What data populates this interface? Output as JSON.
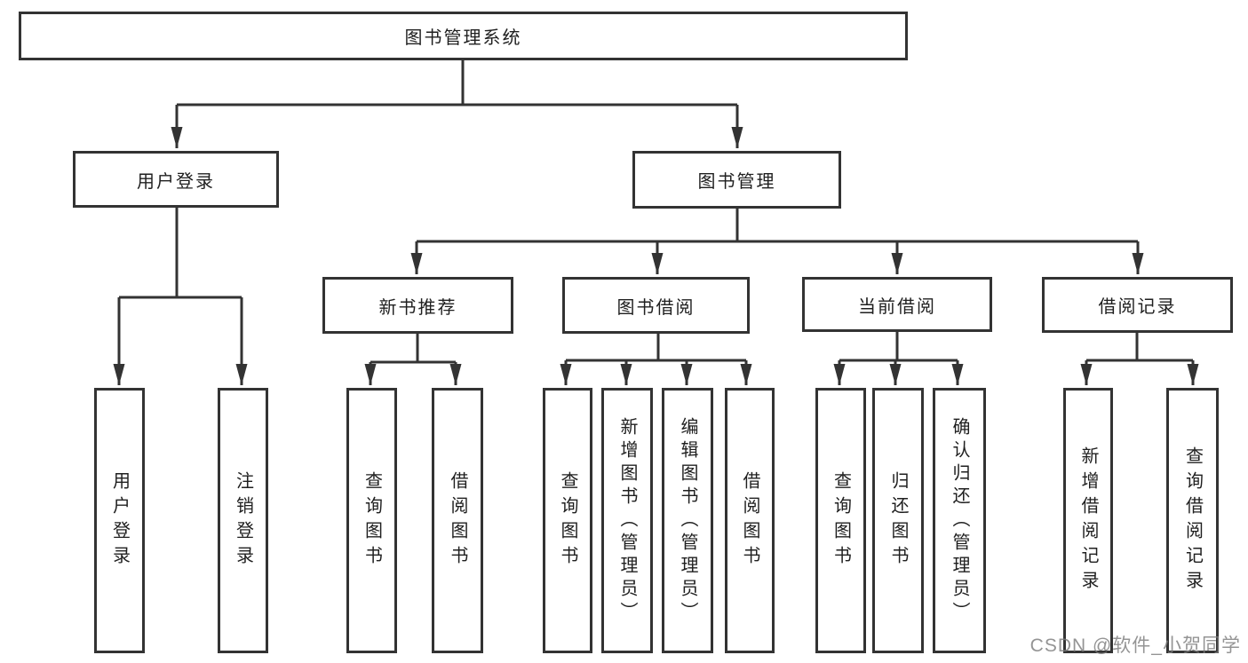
{
  "title": "图书管理系统",
  "watermark": "CSDN @软件_小贺同学",
  "colors": {
    "background": "#ffffff",
    "border": "#333333",
    "line": "#333333",
    "text": "#1f1f1f",
    "watermark": "#7d7d7d"
  },
  "tree": {
    "root": {
      "label": "图书管理系统"
    },
    "branches": {
      "userLogin": {
        "label": "用户登录"
      },
      "bookManagement": {
        "label": "图书管理"
      }
    },
    "modules": {
      "newBookRec": {
        "label": "新书推荐"
      },
      "bookBorrow": {
        "label": "图书借阅"
      },
      "currentBorrow": {
        "label": "当前借阅"
      },
      "borrowRecord": {
        "label": "借阅记录"
      }
    },
    "leaves": {
      "userLoginLeaf": {
        "label": "用户登录"
      },
      "logoutLeaf": {
        "label": "注销登录"
      },
      "nbrQueryBook": {
        "label": "查询图书"
      },
      "nbrBorrowBook": {
        "label": "借阅图书"
      },
      "bbQueryBook": {
        "label": "查询图书"
      },
      "bbAddBook": {
        "label": "新增图书（管理员）"
      },
      "bbEditBook": {
        "label": "编辑图书（管理员）"
      },
      "bbBorrowBook": {
        "label": "借阅图书"
      },
      "cbQueryBook": {
        "label": "查询图书"
      },
      "cbReturnBook": {
        "label": "归还图书"
      },
      "cbConfirmReturn": {
        "label": "确认归还（管理员）"
      },
      "brAddRecord": {
        "label": "新增借阅记录"
      },
      "brQueryRecord": {
        "label": "查询借阅记录"
      }
    }
  }
}
